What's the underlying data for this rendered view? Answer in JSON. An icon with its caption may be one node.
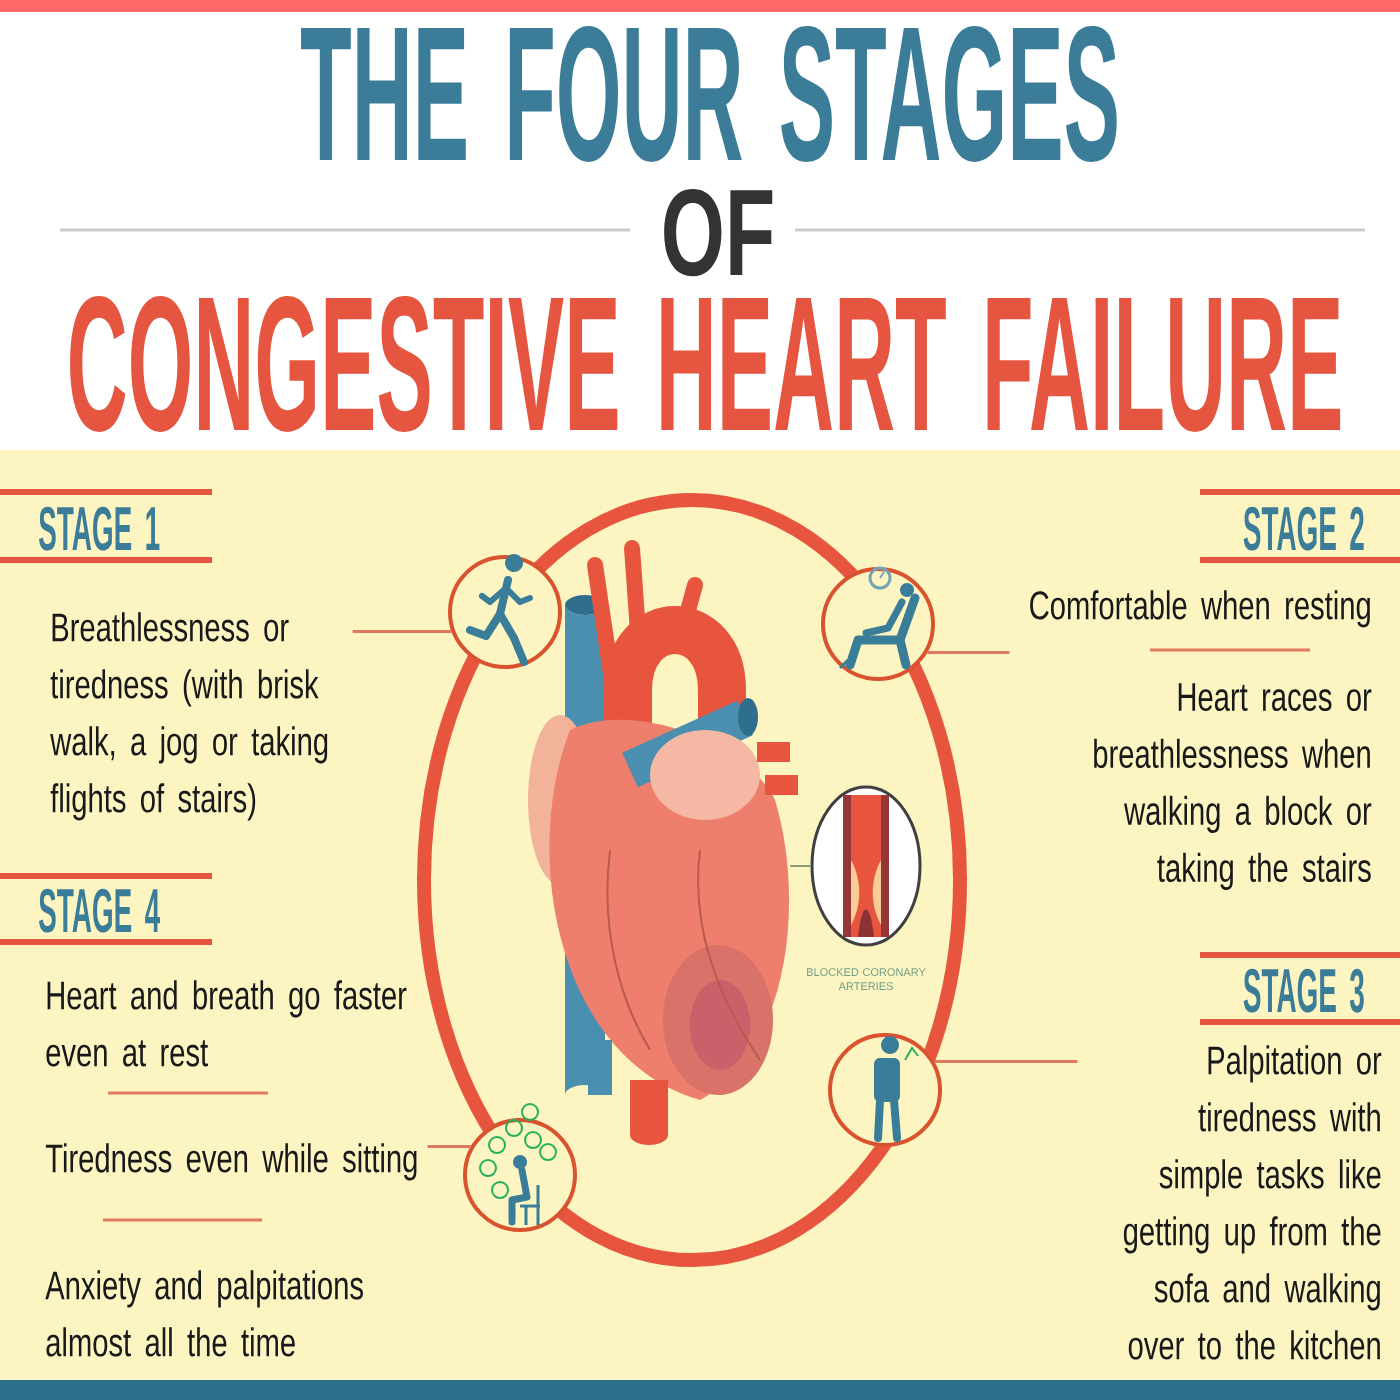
{
  "diagram": {
    "labels": [
      "THE FOUR STAGES",
      "OF",
      "CONGESTIVE HEART FAILURE"
    ],
    "nodes": [
      {
        "text": [
          "STAGE 1",
          "Breathlessness or tiredness (with brisk walk, a jog or taking flights of stairs)"
        ]
      },
      {
        "text": [],
        "shape": "circle"
      },
      {
        "text": [
          "STAGE 2",
          "Comfortable when resting",
          "Heart races or breathlessness when walking a block or taking the stairs"
        ]
      },
      {
        "text": [],
        "shape": "circle"
      },
      {
        "text": [
          "STAGE 3",
          "Palpitation or tiredness with simple tasks like getting up from the sofa and walking over to the kitchen"
        ]
      },
      {
        "text": [],
        "shape": "circle"
      },
      {
        "text": [
          "STAGE 4",
          "Heart and breath go faster even at rest",
          "Tiredness even while sitting",
          "Anxiety and palpitations almost all the time"
        ]
      },
      {
        "text": [],
        "shape": "circle"
      },
      {
        "text": [],
        "shape": "picture"
      },
      {
        "text": [],
        "shape": "circle",
        "beside": [
          "BLOCKED CORONARY ARTERIES"
        ]
      }
    ],
    "edges": [
      {
        "from": 0,
        "to": 1,
        "arrow": "none"
      },
      {
        "from": 2,
        "to": 3,
        "arrow": "none"
      },
      {
        "from": 4,
        "to": 5,
        "arrow": "none"
      },
      {
        "from": 6,
        "to": 7,
        "arrow": "none"
      },
      {
        "from": 9,
        "to": 8,
        "arrow": "none",
        "color": "#8c9c72"
      }
    ]
  }
}
